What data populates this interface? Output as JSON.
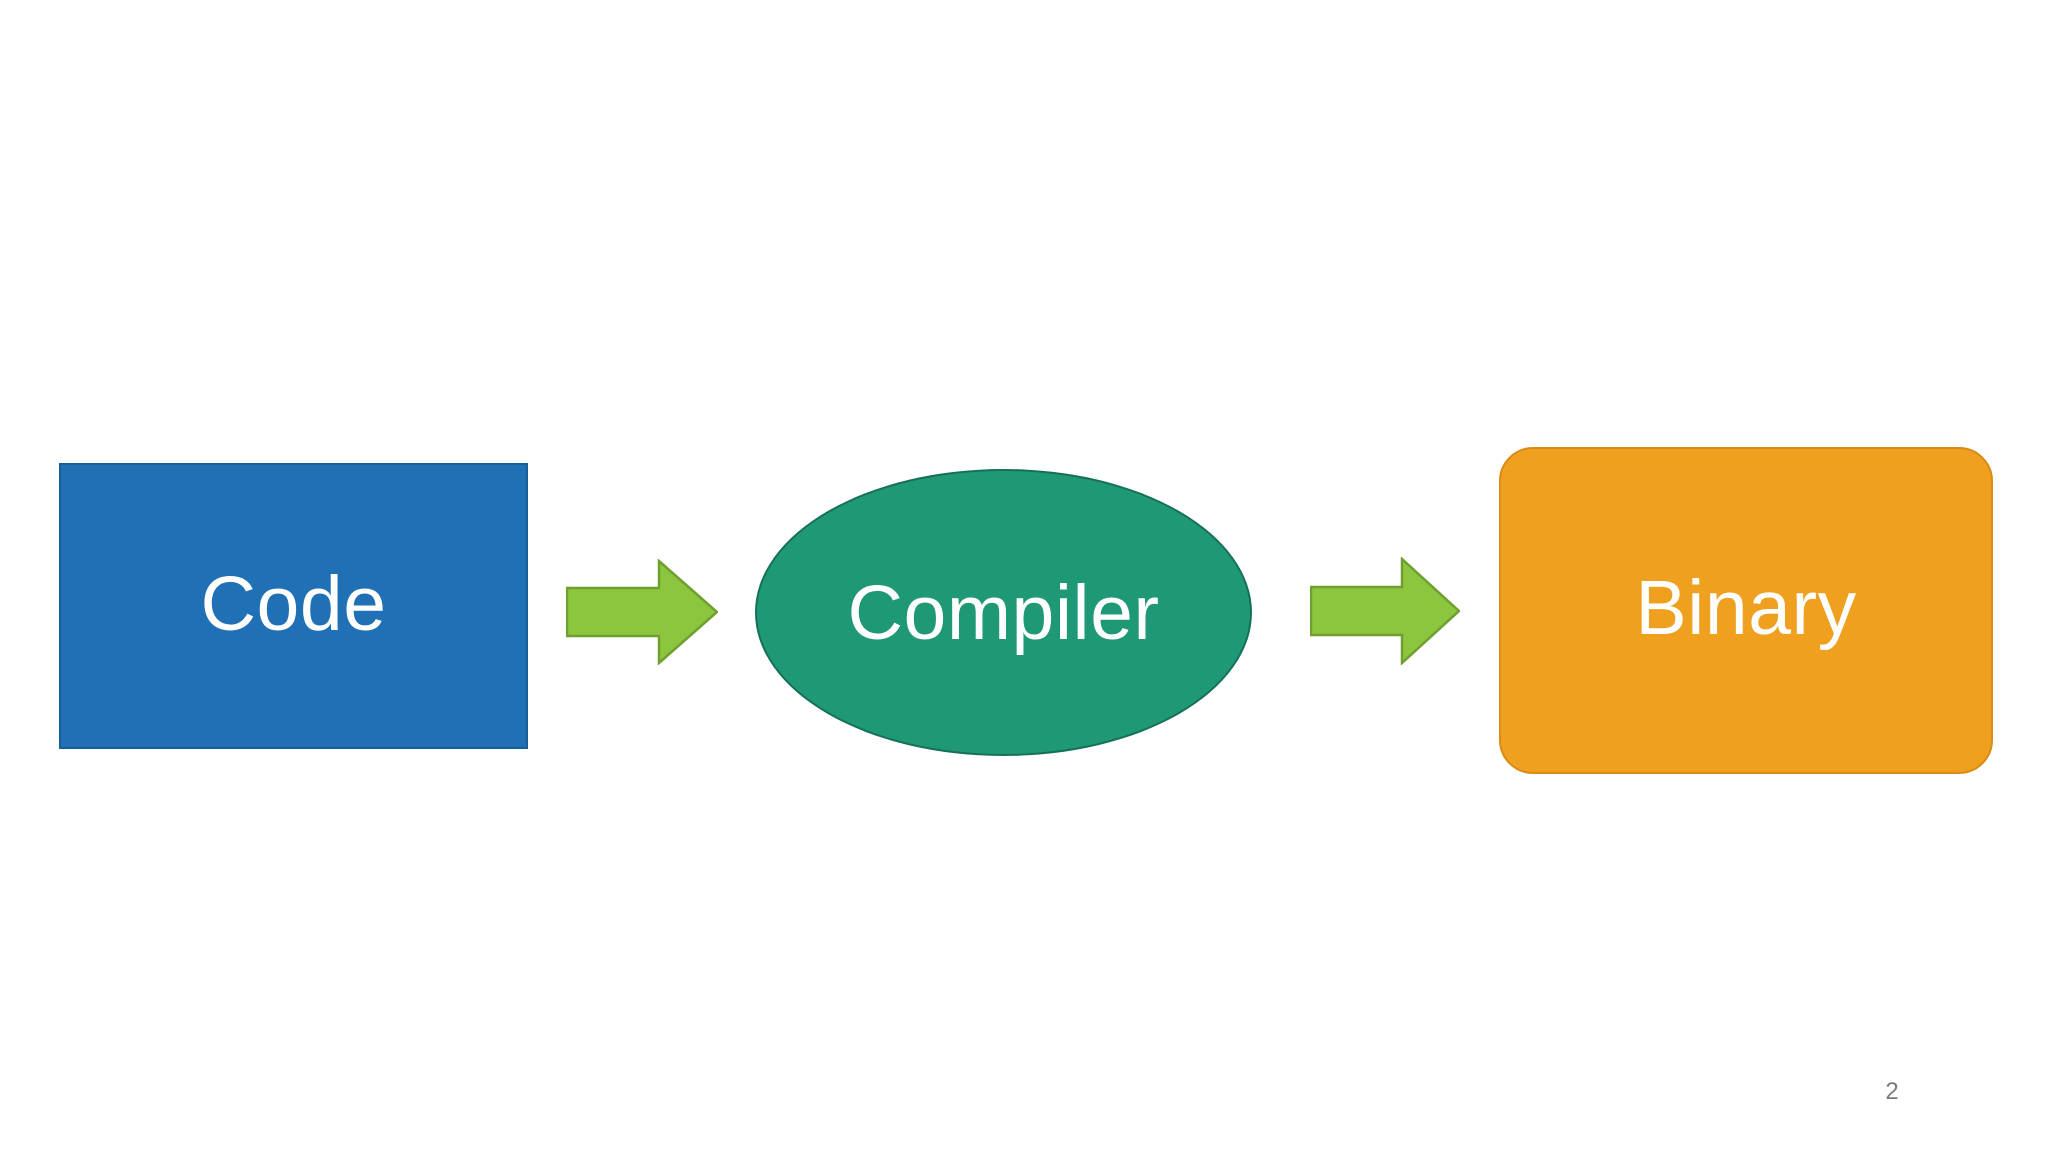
{
  "slide": {
    "background_color": "#FFFFFF",
    "page_number": "2"
  },
  "diagram": {
    "type": "flow",
    "title": "",
    "nodes": [
      {
        "id": "code",
        "label": "Code",
        "shape": "rectangle",
        "fill_color": "#1F70B4",
        "border_color": "#1A5E96",
        "text_color": "#FFFFFF"
      },
      {
        "id": "compiler",
        "label": "Compiler",
        "shape": "ellipse",
        "fill_color": "#1F9875",
        "border_color": "#15705A",
        "text_color": "#FFFFFF"
      },
      {
        "id": "binary",
        "label": "Binary",
        "shape": "rounded-rectangle",
        "fill_color": "#EFA01F",
        "border_color": "#D98B15",
        "text_color": "#FFFFFF"
      }
    ],
    "connectors": [
      {
        "id": "arrow-code-to-compiler",
        "from": "code",
        "to": "compiler",
        "shape": "block-arrow-right",
        "fill_color": "#8CC63E",
        "border_color": "#6FA02F"
      },
      {
        "id": "arrow-compiler-to-binary",
        "from": "compiler",
        "to": "binary",
        "shape": "block-arrow-right",
        "fill_color": "#8CC63E",
        "border_color": "#6FA02F"
      }
    ]
  }
}
